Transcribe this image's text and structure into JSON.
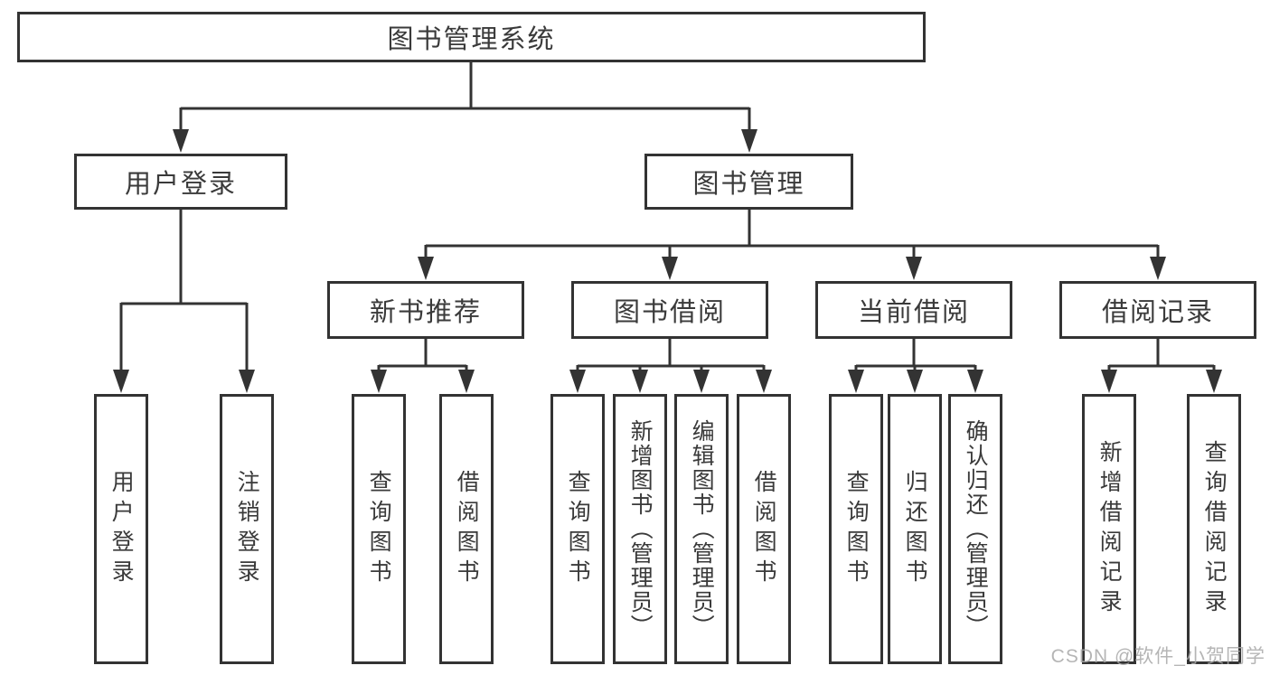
{
  "nodes": {
    "root": "图书管理系统",
    "userLogin": "用户登录",
    "bookMgmt": "图书管理",
    "newBooks": "新书推荐",
    "bookBorrow": "图书借阅",
    "currentBorrow": "当前借阅",
    "borrowRecords": "借阅记录"
  },
  "leaves": {
    "userLogin": [
      "用户登录",
      "注销登录"
    ],
    "newBooks": [
      "查询图书",
      "借阅图书"
    ],
    "bookBorrow": [
      "查询图书",
      "新增图书（管理员）",
      "编辑图书（管理员）",
      "借阅图书"
    ],
    "currentBorrow": [
      "查询图书",
      "归还图书",
      "确认归还（管理员）"
    ],
    "borrowRecords": [
      "新增借阅记录",
      "查询借阅记录"
    ]
  },
  "watermark": "CSDN @软件_小贺同学",
  "colors": {
    "line": "#333333",
    "text": "#3a3a3a",
    "background": "#ffffff",
    "watermark": "#a9a9a9"
  }
}
